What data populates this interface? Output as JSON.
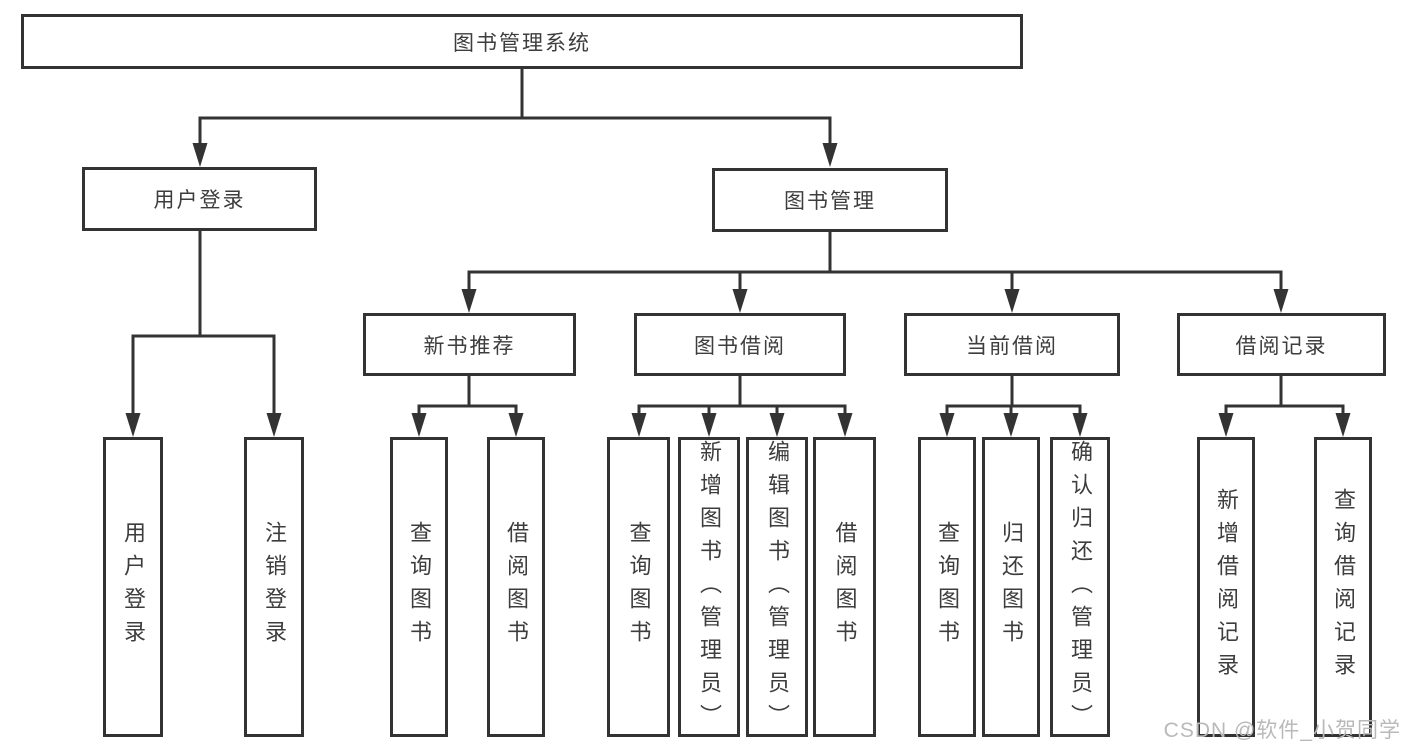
{
  "tree": {
    "root": {
      "label": "图书管理系统"
    },
    "level2": [
      {
        "label": "用户登录",
        "children": [
          {
            "label": "用户登录"
          },
          {
            "label": "注销登录"
          }
        ]
      },
      {
        "label": "图书管理",
        "sections": [
          {
            "label": "新书推荐",
            "children": [
              {
                "label": "查询图书"
              },
              {
                "label": "借阅图书"
              }
            ]
          },
          {
            "label": "图书借阅",
            "children": [
              {
                "label": "查询图书"
              },
              {
                "label": "新增图书（管理员）"
              },
              {
                "label": "编辑图书（管理员）"
              },
              {
                "label": "借阅图书"
              }
            ]
          },
          {
            "label": "当前借阅",
            "children": [
              {
                "label": "查询图书"
              },
              {
                "label": "归还图书"
              },
              {
                "label": "确认归还（管理员）"
              }
            ]
          },
          {
            "label": "借阅记录",
            "children": [
              {
                "label": "新增借阅记录"
              },
              {
                "label": "查询借阅记录"
              }
            ]
          }
        ]
      }
    ]
  },
  "watermark": "CSDN @软件_小贺同学",
  "colors": {
    "line": "#333333",
    "text": "#3d3d3d",
    "background": "#ffffff",
    "watermark": "#b9b9b9"
  }
}
